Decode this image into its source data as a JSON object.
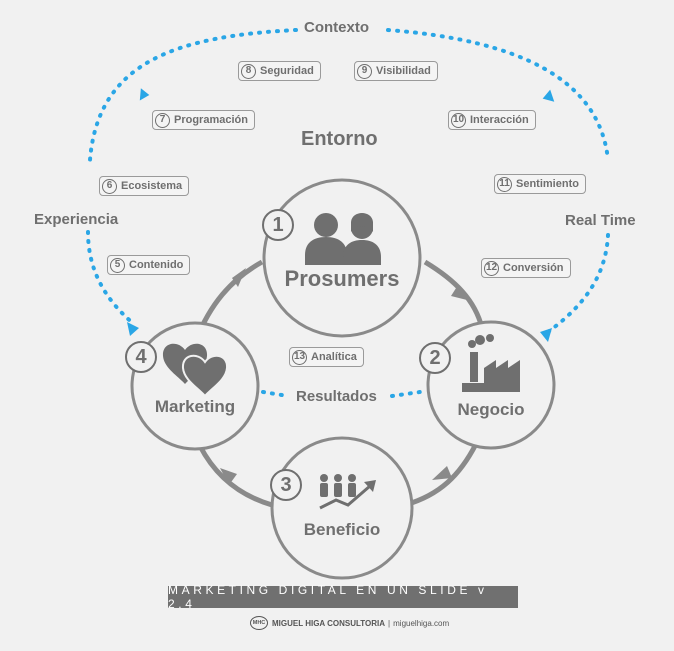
{
  "outer": {
    "top": "Contexto",
    "left": "Experiencia",
    "right": "Real Time",
    "bottom": "Resultados",
    "inner": "Entorno"
  },
  "nodes": {
    "prosumers": {
      "num": "1",
      "title": "Prosumers",
      "icon": "people-icon"
    },
    "negocio": {
      "num": "2",
      "title": "Negocio",
      "icon": "factory-icon"
    },
    "beneficio": {
      "num": "3",
      "title": "Beneficio",
      "icon": "growth-chart-icon"
    },
    "marketing": {
      "num": "4",
      "title": "Marketing",
      "icon": "hearts-icon"
    }
  },
  "tags": {
    "t5": {
      "num": "5",
      "label": "Contenido"
    },
    "t6": {
      "num": "6",
      "label": "Ecosistema"
    },
    "t7": {
      "num": "7",
      "label": "Programación"
    },
    "t8": {
      "num": "8",
      "label": "Seguridad"
    },
    "t9": {
      "num": "9",
      "label": "Visibilidad"
    },
    "t10": {
      "num": "10",
      "label": "Interacción"
    },
    "t11": {
      "num": "11",
      "label": "Sentimiento"
    },
    "t12": {
      "num": "12",
      "label": "Conversión"
    },
    "t13": {
      "num": "13",
      "label": "Analítica"
    }
  },
  "banner": "MARKETING DIGITAL EN UN SLIDE v 2.4",
  "footer": {
    "logo": "MHC",
    "name": "MIGUEL HIGA CONSULTORIA",
    "sep": "|",
    "url": "miguelhiga.com"
  },
  "colors": {
    "accent": "#2aa6e6",
    "gray": "#6f6f6f",
    "light": "#9a9a9a",
    "bg": "#f1f1f1"
  }
}
